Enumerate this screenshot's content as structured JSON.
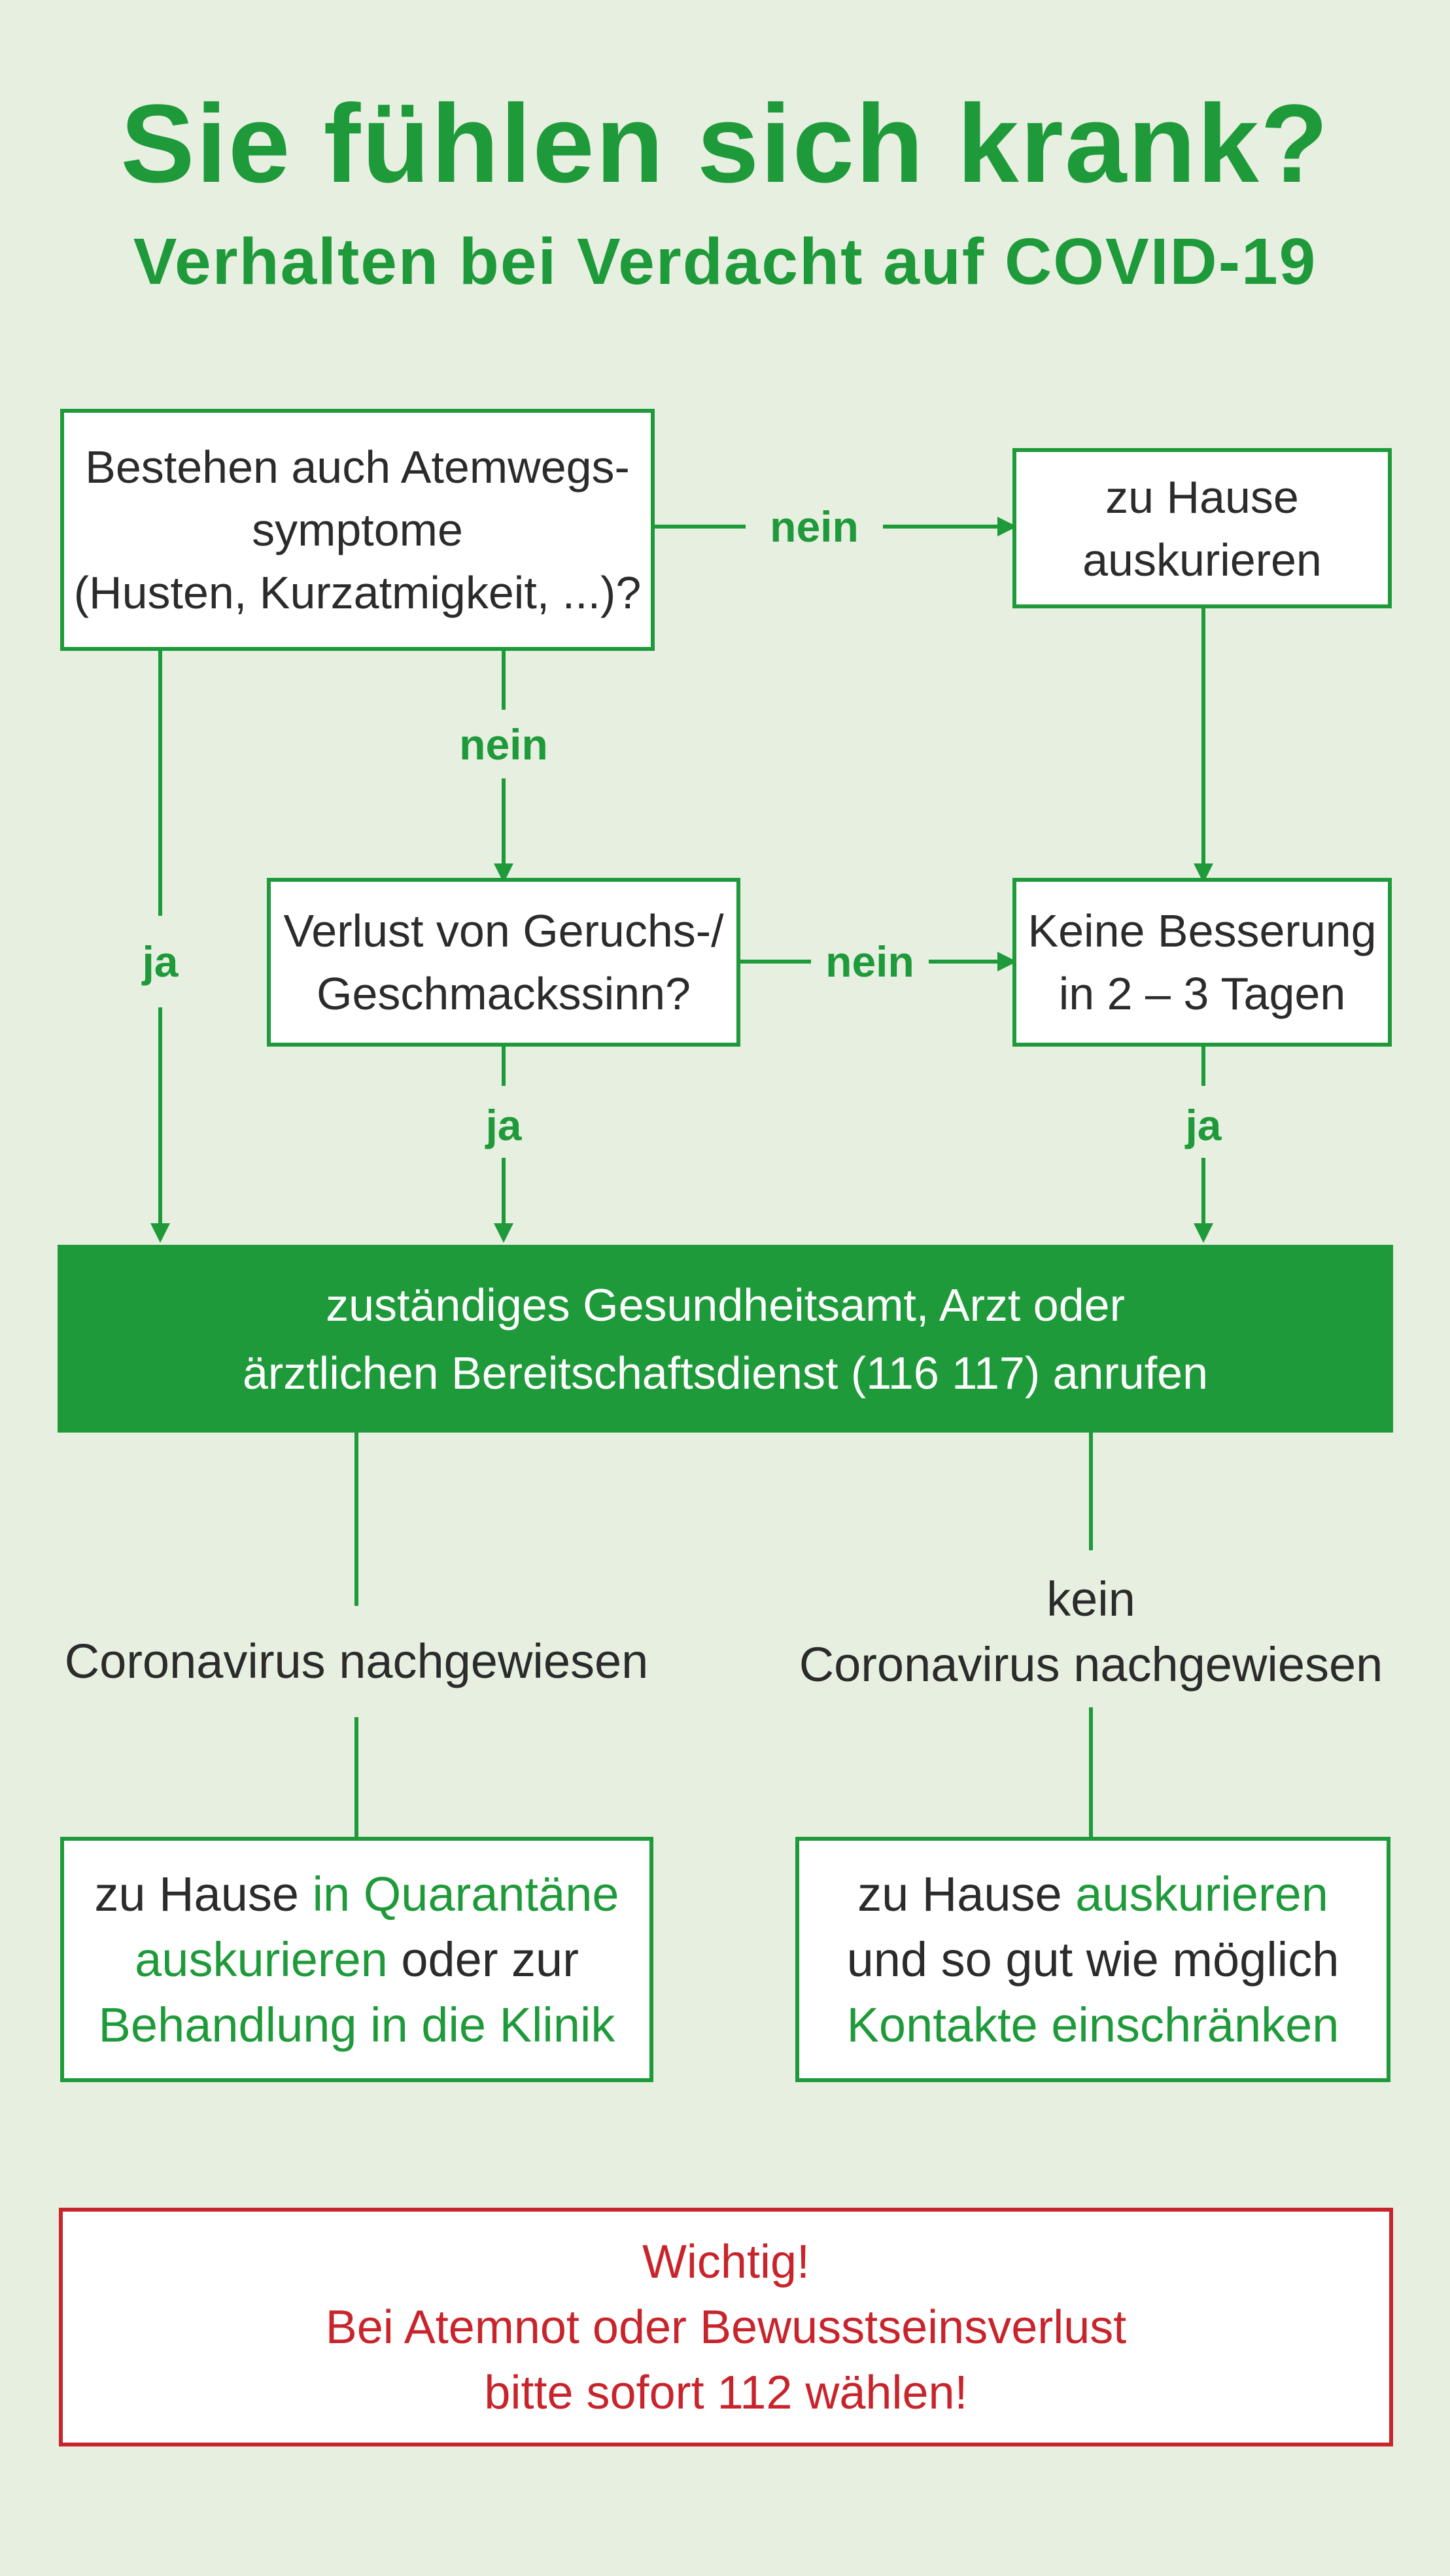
{
  "header": {
    "title": "Sie fühlen sich krank?",
    "subtitle": "Verhalten bei Verdacht auf COVID-19"
  },
  "nodes": {
    "q1": [
      "Bestehen auch Atemwegs-",
      "symptome",
      "(Husten, Kurzatmigkeit, ...)?"
    ],
    "home": [
      "zu Hause",
      "auskurieren"
    ],
    "q2": [
      "Verlust von Geruchs-/",
      "Geschmackssinn?"
    ],
    "no_improvement": [
      "Keine Besserung",
      "in 2 – 3 Tagen"
    ],
    "call": [
      "zuständiges Gesundheitsamt, Arzt oder",
      "ärztlichen Bereitschaftsdienst (116 117) anrufen"
    ],
    "positive_label": "Coronavirus nachgewiesen",
    "negative_label": [
      "kein",
      "Coronavirus nachgewiesen"
    ],
    "positive_action": {
      "l1a": "zu Hause ",
      "l1b": "in Quarantäne",
      "l2a": "auskurieren",
      "l2b": " oder zur",
      "l3": "Behandlung in die Klinik"
    },
    "negative_action": {
      "l1a": "zu Hause ",
      "l1b": "auskurieren",
      "l2": "und so gut wie möglich",
      "l3": "Kontakte einschränken"
    }
  },
  "edge_labels": {
    "q1_right": "nein",
    "q1_down": "nein",
    "q1_left": "ja",
    "q2_right": "nein",
    "q2_down": "ja",
    "nb_down": "ja"
  },
  "warning": [
    "Wichtig!",
    "Bei Atemnot oder Bewusstseinsverlust",
    "bitte sofort 112 wählen!"
  ],
  "colors": {
    "green": "#1f9a3a",
    "red": "#c8242c",
    "background": "#e6efe0"
  }
}
